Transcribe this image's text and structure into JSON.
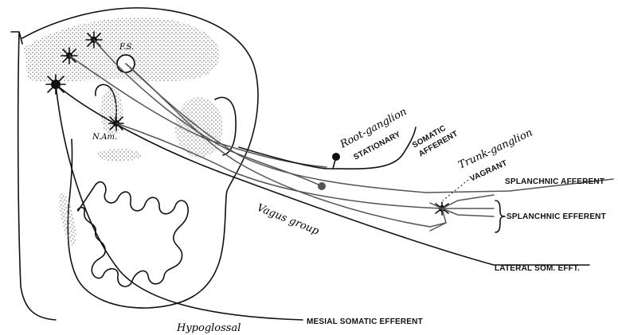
{
  "labels": {
    "fs": "F.S.",
    "nam": "N.Am.",
    "root_ganglion": "Root-ganglion",
    "stationary": "STATIONARY",
    "somatic": "SOMATIC",
    "afferent": "AFFERENT",
    "trunk_ganglion": "Trunk-ganglion",
    "vagrant": "VAGRANT",
    "splanchnic_afferent": "SPLANCHNIC AFFERENT",
    "splanchnic_efferent": "SPLANCHNIC EFFERENT",
    "vagus_group": "Vagus group",
    "lateral_som_efft": "LATERAL SOM. EFFT.",
    "hypoglossal": "Hypoglossal",
    "mesial_somatic_efferent": "MESIAL SOMATIC EFFERENT"
  },
  "colors": {
    "ink": "#111111",
    "fiber": "#555555",
    "stipple": "#9a9a9a"
  }
}
